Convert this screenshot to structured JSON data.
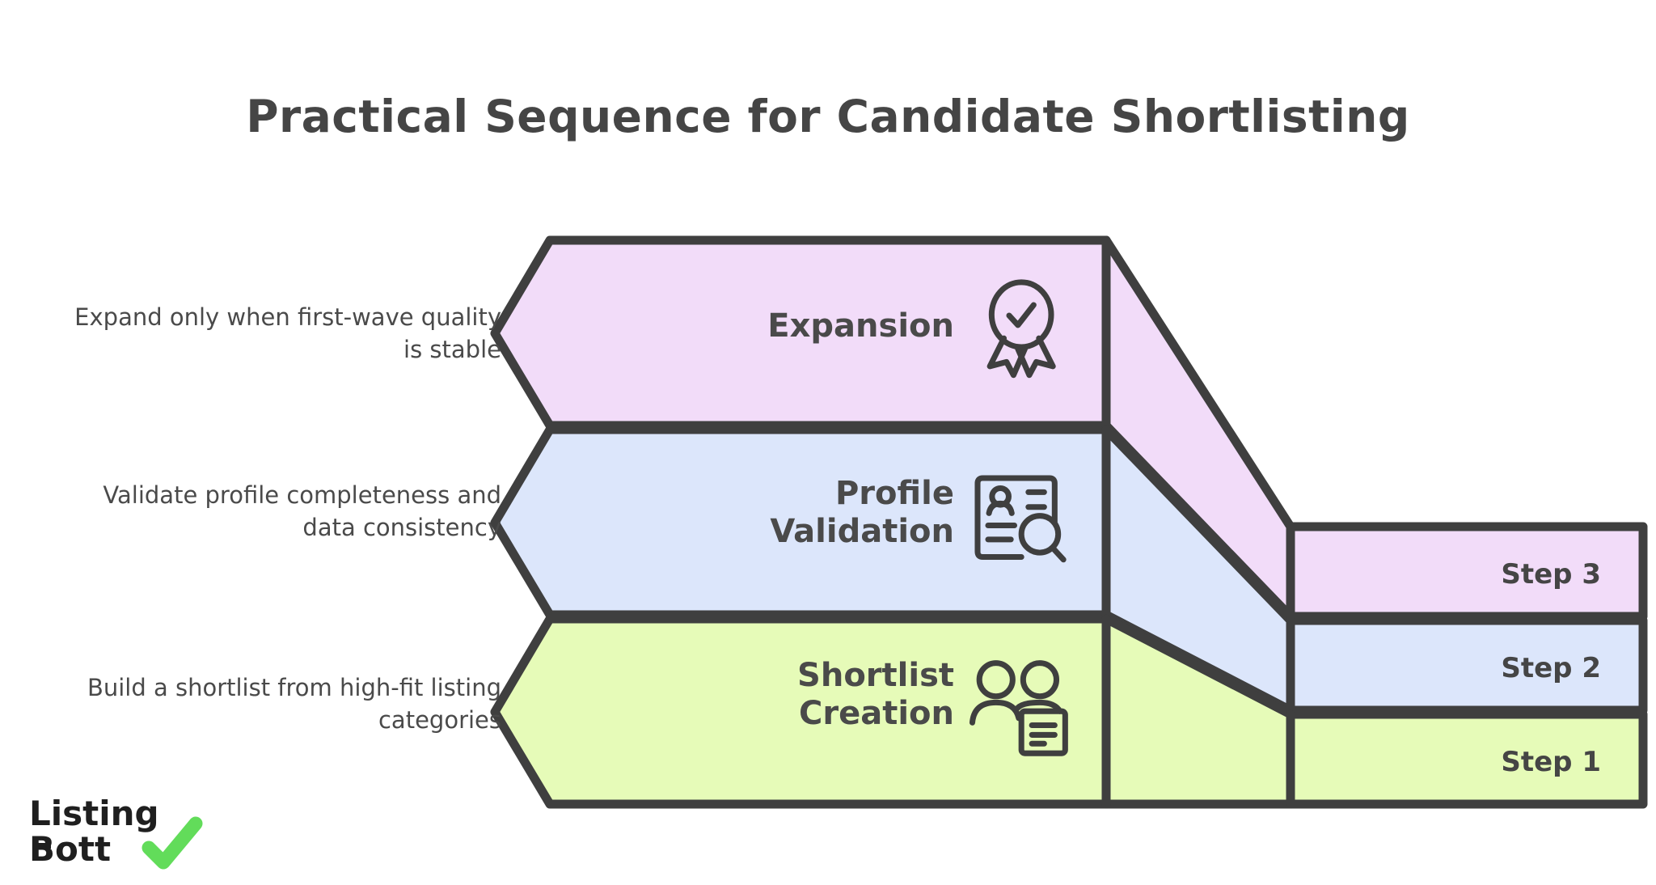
{
  "title": "Practical Sequence for Candidate Shortlisting",
  "colors": {
    "purple": "#F2DCF9",
    "blue": "#DCE6FB",
    "green": "#E6FBB8",
    "stroke": "#3F3F3F",
    "text": "#454545",
    "body_text": "#4a4a4a",
    "logo_dark": "#1F1F1F",
    "logo_check": "#62DC5A",
    "background": "#FFFFFF"
  },
  "steps": [
    {
      "description": "Expand only when first-wave\nquality is stable",
      "band_label": "Expansion",
      "icon": "award-ribbon-check-icon",
      "step_label": "Step 3",
      "color_key": "purple"
    },
    {
      "description": "Validate profile completeness\nand data consistency",
      "band_label": "Profile\nValidation",
      "icon": "id-document-search-icon",
      "step_label": "Step 2",
      "color_key": "blue"
    },
    {
      "description": "Build a shortlist from high-fit\nlisting categories",
      "band_label": "Shortlist\nCreation",
      "icon": "people-document-icon",
      "step_label": "Step 1",
      "color_key": "green"
    }
  ],
  "logo": {
    "line1": "Listing",
    "line2": "Bott",
    "check": "checkmark-icon"
  }
}
